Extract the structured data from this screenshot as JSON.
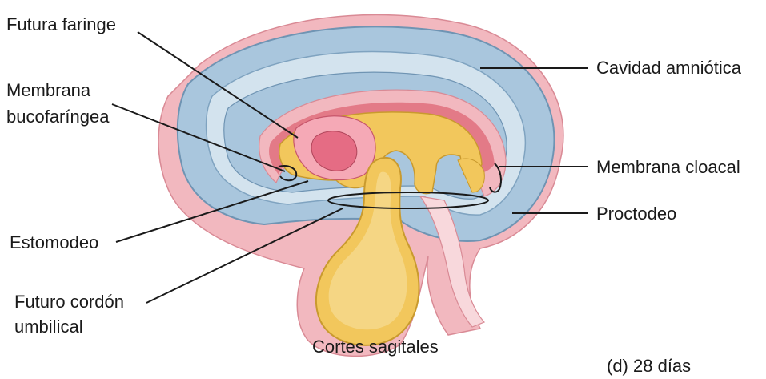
{
  "labels": {
    "futura_faringe": "Futura faringe",
    "membrana_bucofaringea_1": "Membrana",
    "membrana_bucofaringea_2": "bucofaríngea",
    "estomodeo": "Estomodeo",
    "futuro_cordon_1": "Futuro cordón",
    "futuro_cordon_2": "umbilical",
    "cavidad_amniotica": "Cavidad amniótica",
    "membrana_cloacal": "Membrana cloacal",
    "proctodeo": "Proctodeo"
  },
  "caption": "Cortes sagitales",
  "stage_label": "(d) 28 días",
  "colors": {
    "amnion_blue": "#a9c6dd",
    "amnion_light": "#d3e3ee",
    "ectoderm_pink": "#f2b8bf",
    "pink_light": "#f8d8dc",
    "endoderm_yellow": "#f2c75c",
    "endoderm_light": "#f7dd95",
    "mesoderm_red": "#e06e7c",
    "leader_line": "#1a1a1a"
  }
}
